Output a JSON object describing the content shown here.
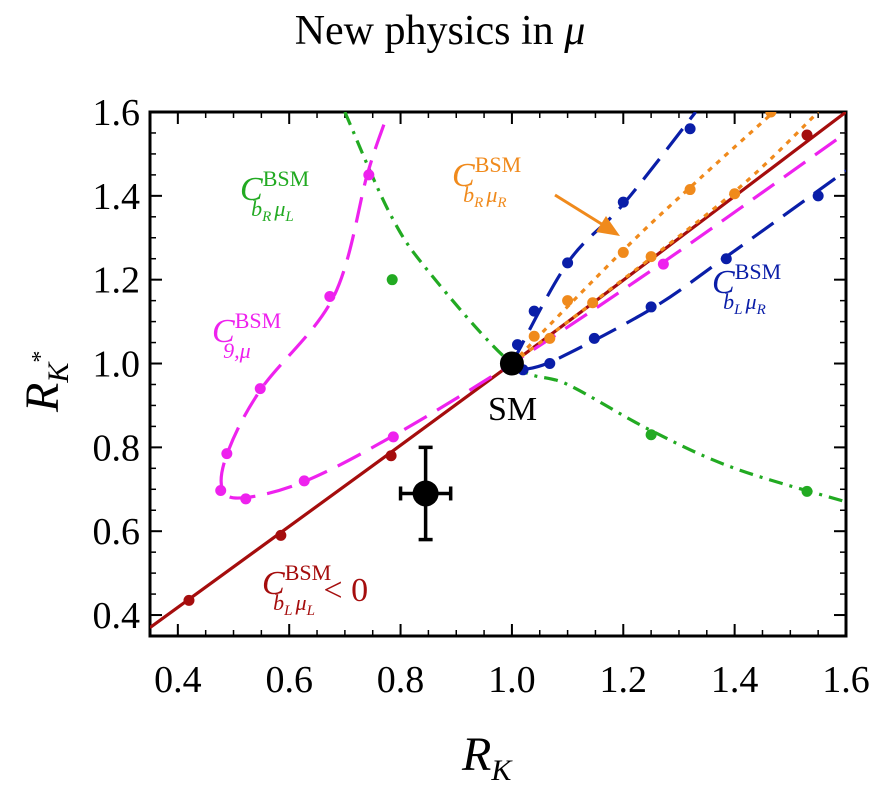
{
  "chart_data": {
    "type": "line",
    "title_prefix": "New physics in ",
    "title_var": "μ",
    "xlabel": "R",
    "xlabel_sub": "K",
    "ylabel": "R",
    "ylabel_sub": "K",
    "ylabel_supsub": "*",
    "xlim": [
      0.35,
      1.6
    ],
    "ylim": [
      0.35,
      1.6
    ],
    "x_ticks": [
      "0.4",
      "0.6",
      "0.8",
      "1.0",
      "1.2",
      "1.4",
      "1.6"
    ],
    "y_ticks": [
      "0.4",
      "0.6",
      "0.8",
      "1.0",
      "1.2",
      "1.4",
      "1.6"
    ],
    "x_tick_values": [
      0.4,
      0.6,
      0.8,
      1.0,
      1.2,
      1.4,
      1.6
    ],
    "y_tick_values": [
      0.4,
      0.6,
      0.8,
      1.0,
      1.2,
      1.4,
      1.6
    ],
    "grid": false,
    "series": [
      {
        "key": "bLmuL",
        "label_main": "C",
        "label_sup": "BSM",
        "label_sub": "b",
        "label_subsub": "L",
        "label_sub2": "μ",
        "label_subsub2": "L",
        "label_suffix": " < 0",
        "color": "#a50d0d",
        "style": "solid",
        "line": [
          [
            0.35,
            0.37
          ],
          [
            1.0,
            1.0
          ],
          [
            1.6,
            1.6
          ]
        ],
        "points": [
          [
            0.42,
            0.435
          ],
          [
            0.585,
            0.59
          ],
          [
            0.783,
            0.78
          ],
          [
            1.53,
            1.545
          ]
        ]
      },
      {
        "key": "bRmuL",
        "label_main": "C",
        "label_sup": "BSM",
        "label_sub": "b",
        "label_subsub": "R",
        "label_sub2": "μ",
        "label_subsub2": "L",
        "color": "#22aa22",
        "style": "dashdot",
        "line": [
          [
            0.7,
            1.6
          ],
          [
            0.78,
            1.36
          ],
          [
            0.85,
            1.22
          ],
          [
            1.0,
            1.0
          ],
          [
            1.1,
            0.95
          ],
          [
            1.25,
            0.84
          ],
          [
            1.4,
            0.75
          ],
          [
            1.6,
            0.67
          ]
        ],
        "points": [
          [
            0.785,
            1.2
          ],
          [
            1.25,
            0.83
          ],
          [
            1.53,
            0.695
          ]
        ]
      },
      {
        "key": "9mu",
        "label_main": "C",
        "label_sup": "BSM",
        "label_sub": "9,μ",
        "color": "#ee22ee",
        "style": "dashed",
        "line": [
          [
            0.77,
            1.57
          ],
          [
            0.74,
            1.45
          ],
          [
            0.68,
            1.16
          ],
          [
            0.55,
            0.94
          ],
          [
            0.49,
            0.79
          ],
          [
            0.48,
            0.7
          ],
          [
            0.52,
            0.68
          ],
          [
            0.63,
            0.72
          ],
          [
            0.79,
            0.83
          ],
          [
            1.0,
            1.0
          ],
          [
            1.27,
            1.24
          ],
          [
            1.6,
            1.55
          ]
        ],
        "points": [
          [
            0.743,
            1.45
          ],
          [
            0.673,
            1.16
          ],
          [
            0.548,
            0.94
          ],
          [
            0.488,
            0.785
          ],
          [
            0.477,
            0.697
          ],
          [
            0.522,
            0.677
          ],
          [
            0.627,
            0.72
          ],
          [
            0.787,
            0.825
          ],
          [
            1.272,
            1.237
          ]
        ]
      },
      {
        "key": "bRmuR",
        "label_main": "C",
        "label_sup": "BSM",
        "label_sub": "b",
        "label_subsub": "R",
        "label_sub2": "μ",
        "label_subsub2": "R",
        "color": "#f08a1c",
        "style": "dotted",
        "line": [
          [
            1.0,
            1.0
          ],
          [
            1.2,
            1.27
          ],
          [
            1.32,
            1.42
          ],
          [
            1.47,
            1.6
          ]
        ],
        "line2": [
          [
            1.0,
            1.0
          ],
          [
            1.15,
            1.15
          ],
          [
            1.4,
            1.41
          ],
          [
            1.55,
            1.6
          ]
        ],
        "points": [
          [
            1.04,
            1.065
          ],
          [
            1.068,
            1.06
          ],
          [
            1.1,
            1.15
          ],
          [
            1.145,
            1.145
          ],
          [
            1.2,
            1.265
          ],
          [
            1.25,
            1.255
          ],
          [
            1.32,
            1.415
          ],
          [
            1.4,
            1.405
          ],
          [
            1.465,
            1.6
          ]
        ]
      },
      {
        "key": "bLmuR",
        "label_main": "C",
        "label_sup": "BSM",
        "label_sub": "b",
        "label_subsub": "L",
        "label_sub2": "μ",
        "label_subsub2": "R",
        "color": "#0a1ea8",
        "style": "dashed",
        "line": [
          [
            1.0,
            1.0
          ],
          [
            1.1,
            1.24
          ],
          [
            1.2,
            1.38
          ],
          [
            1.33,
            1.6
          ]
        ],
        "line2": [
          [
            1.02,
            0.985
          ],
          [
            1.08,
            1.01
          ],
          [
            1.25,
            1.13
          ],
          [
            1.38,
            1.25
          ],
          [
            1.6,
            1.46
          ]
        ],
        "points": [
          [
            1.01,
            1.045
          ],
          [
            1.04,
            1.125
          ],
          [
            1.1,
            1.24
          ],
          [
            1.2,
            1.385
          ],
          [
            1.32,
            1.56
          ],
          [
            1.02,
            0.985
          ],
          [
            1.068,
            1.0
          ],
          [
            1.148,
            1.06
          ],
          [
            1.25,
            1.135
          ],
          [
            1.385,
            1.25
          ],
          [
            1.55,
            1.4
          ]
        ]
      }
    ],
    "sm_point": {
      "x": 1.0,
      "y": 1.0,
      "label": "SM"
    },
    "measurement": {
      "x": 0.845,
      "y": 0.69,
      "xerr": 0.045,
      "yerr": 0.11
    }
  }
}
